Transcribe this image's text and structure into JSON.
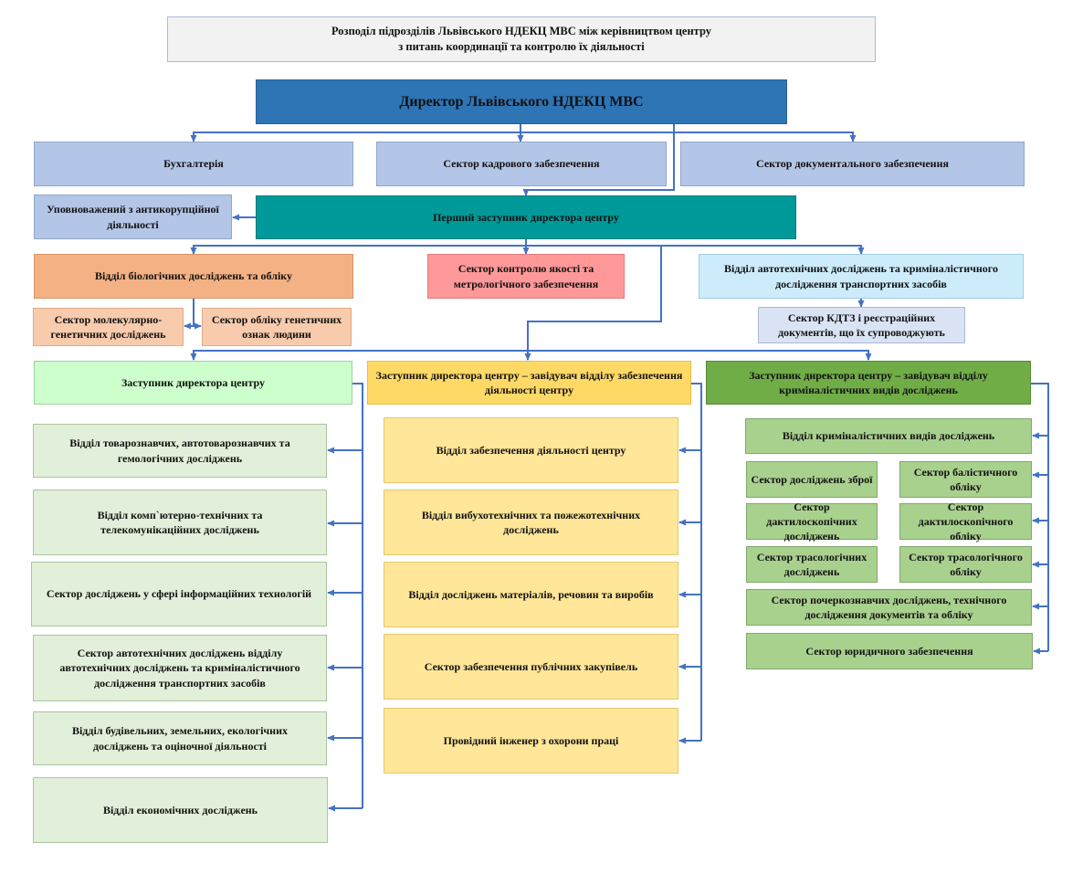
{
  "title": {
    "line1": "Розподіл підрозділів Львівського НДЕКЦ МВС між керівництвом центру",
    "line2": "з питань координації та контролю їх діяльності"
  },
  "director": "Директор Львівського НДЕКЦ МВС",
  "director_units": {
    "accounting": "Бухгалтерія",
    "hr": "Сектор кадрового забезпечення",
    "documents": "Сектор документального забезпечення"
  },
  "first_deputy": {
    "label": "Перший заступник директора центру",
    "anticorruption": "Уповноважений з антикорупційної діяльності",
    "bio_dept": "Відділ біологічних досліджень та обліку",
    "mol_gen": "Сектор молекулярно-генетичних досліджень",
    "gen_records": "Сектор обліку генетичних ознак людини",
    "quality": "Сектор контролю якості та метрологічного забезпечення",
    "autotech_dept": "Відділ автотехнічних досліджень та криміналістичного дослідження транспортних засобів",
    "kdtz": "Сектор КДТЗ і реєстраційних документів, що їх супроводжують"
  },
  "deputy_left": {
    "label": "Заступник директора центру",
    "units": [
      "Відділ товарознавчих, автотоварознавчих та гемологічних досліджень",
      "Відділ комп`ютерно-технічних та телекомунікаційних досліджень",
      "Сектор досліджень у сфері інформаційних технологій",
      "Сектор автотехнічних досліджень відділу автотехнічних досліджень та криміналістичного дослідження транспортних засобів",
      "Відділ будівельних, земельних, екологічних досліджень та оціночної діяльності",
      "Відділ економічних досліджень"
    ]
  },
  "deputy_mid": {
    "label": "Заступник директора центру – завідувач відділу забезпечення діяльності центру",
    "units": [
      "Відділ забезпечення діяльності центру",
      "Відділ вибухотехнічних та пожежотехнічних досліджень",
      "Відділ досліджень матеріалів, речовин та виробів",
      "Сектор забезпечення публічних закупівель",
      "Провідний інженер з охорони праці"
    ]
  },
  "deputy_right": {
    "label": "Заступник директора центру – завідувач відділу криміналістичних видів досліджень",
    "dept": "Відділ криміналістичних видів досліджень",
    "weapons": "Сектор досліджень зброї",
    "ballistic": "Сектор балістичного обліку",
    "dactylo": "Сектор дактилоскопічних досліджень",
    "dactylo_records": "Сектор дактилоскопічного обліку",
    "traso": "Сектор трасологічних досліджень",
    "traso_records": "Сектор трасологічного обліку",
    "handwriting": "Сектор почеркознавчих досліджень, технічного дослідження документів та обліку",
    "legal": "Сектор юридичного забезпечення"
  },
  "colors": {
    "connector": "#4472c4",
    "director": "#2e75b6",
    "first_deputy": "#009999",
    "deputy_left": "#ccffcc",
    "deputy_mid": "#ffd966",
    "deputy_right": "#70ad47"
  }
}
